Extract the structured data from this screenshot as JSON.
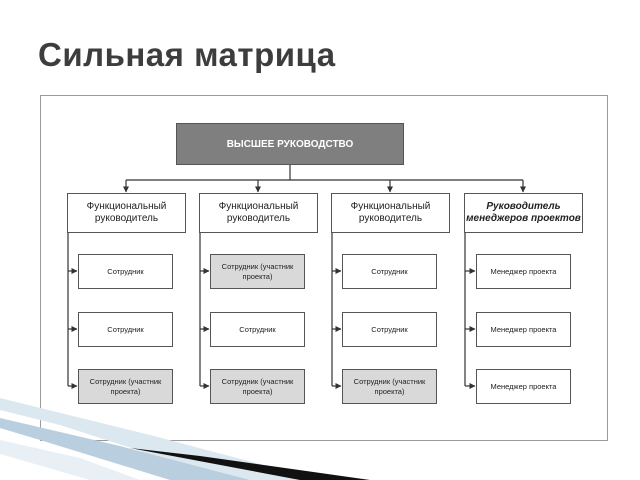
{
  "slide": {
    "title": "Сильная матрица"
  },
  "chart": {
    "top": "ВЫСШЕЕ РУКОВОДСТВО",
    "columns": [
      {
        "head": "Функциональный руководитель",
        "items": [
          {
            "label": "Сотрудник",
            "highlighted": false
          },
          {
            "label": "Сотрудник",
            "highlighted": false
          },
          {
            "label": "Сотрудник (участник проекта)",
            "highlighted": true
          }
        ]
      },
      {
        "head": "Функциональный руководитель",
        "items": [
          {
            "label": "Сотрудник (участник проекта)",
            "highlighted": true
          },
          {
            "label": "Сотрудник",
            "highlighted": false
          },
          {
            "label": "Сотрудник (участник проекта)",
            "highlighted": true
          }
        ]
      },
      {
        "head": "Функциональный руководитель",
        "items": [
          {
            "label": "Сотрудник",
            "highlighted": false
          },
          {
            "label": "Сотрудник",
            "highlighted": false
          },
          {
            "label": "Сотрудник (участник проекта)",
            "highlighted": true
          }
        ]
      },
      {
        "head": "Руководитель менеджеров проектов",
        "items": [
          {
            "label": "Менеджер проекта",
            "highlighted": false
          },
          {
            "label": "Менеджер проекта",
            "highlighted": false
          },
          {
            "label": "Менеджер проекта",
            "highlighted": false
          }
        ]
      }
    ]
  },
  "colors": {
    "top_fill": "#7f7f7f",
    "highlight_fill": "#d9d9d9",
    "line": "#333333"
  }
}
